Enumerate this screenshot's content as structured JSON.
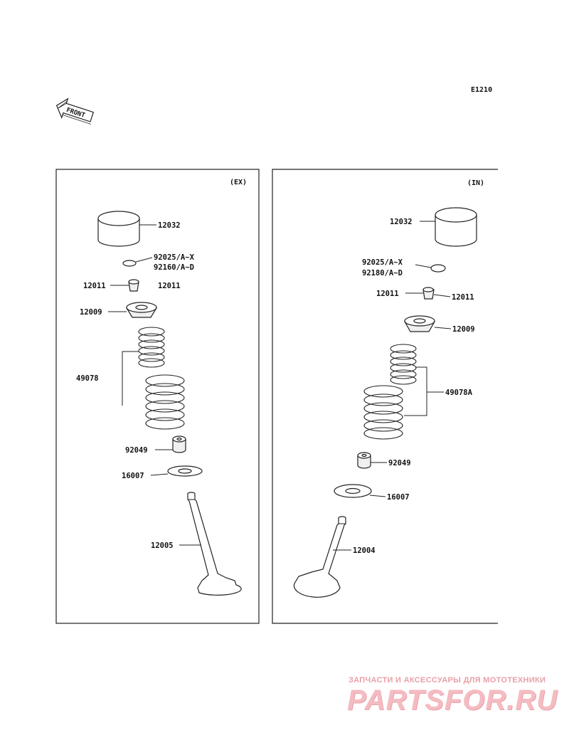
{
  "diagram_code": "E1210",
  "front_label": "FRONT",
  "panels": {
    "exhaust": {
      "tag": "(EX)",
      "labels": {
        "tappet": "12032",
        "shim_a": "92025/A~X",
        "shim_b": "92160/A~D",
        "cotter_left": "12011",
        "cotter_right": "12011",
        "retainer": "12009",
        "springs": "49078",
        "seal": "92049",
        "seat": "16007",
        "valve": "12005"
      }
    },
    "intake": {
      "tag": "(IN)",
      "labels": {
        "tappet": "12032",
        "shim_a": "92025/A~X",
        "shim_b": "92180/A~D",
        "cotter_left": "12011",
        "cotter_right": "12011",
        "retainer": "12009",
        "springs": "49078A",
        "seal": "92049",
        "seat": "16007",
        "valve": "12004"
      }
    }
  },
  "watermark": {
    "tagline": "ЗАПЧАСТИ И АКСЕССУАРЫ ДЛЯ МОТОТЕХНИКИ",
    "brand": "PARTSFOR.RU",
    "color": "#f4bcc2"
  }
}
